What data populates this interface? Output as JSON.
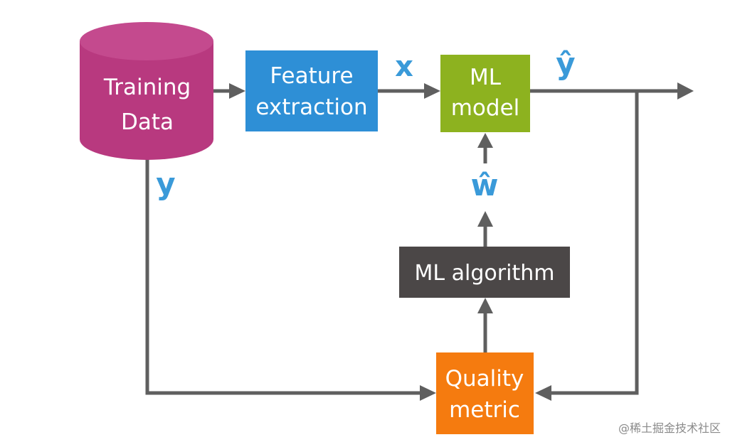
{
  "nodes": {
    "training_data": {
      "line1": "Training",
      "line2": "Data",
      "color": "#b8397f",
      "top_color": "#c44a8e"
    },
    "feature_extraction": {
      "line1": "Feature",
      "line2": "extraction",
      "color": "#2e8fd6"
    },
    "ml_model": {
      "line1": "ML",
      "line2": "model",
      "color": "#8db21f"
    },
    "ml_algorithm": {
      "label": "ML algorithm",
      "color": "#4b4747"
    },
    "quality_metric": {
      "line1": "Quality",
      "line2": "metric",
      "color": "#f57b0f"
    }
  },
  "labels": {
    "x": "x",
    "y_hat": "ŷ",
    "w_hat": "ŵ",
    "y": "y"
  },
  "colors": {
    "arrow": "#5f5f5f",
    "label": "#3a9ad9"
  },
  "watermark": "@稀土掘金技术社区"
}
